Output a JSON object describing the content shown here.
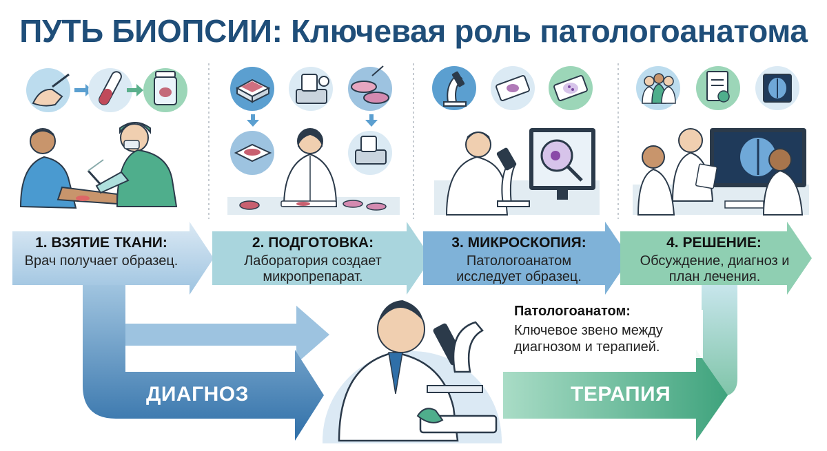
{
  "title": "ПУТЬ БИОПСИИ: Ключевая роль патологоанатома",
  "colors": {
    "title": "#1f4e79",
    "step1": "#5aa0d0",
    "step2": "#8fc6d4",
    "step3": "#4a8fc2",
    "step4": "#7fc4a8",
    "diagnosis_band": "#2f6fa8",
    "therapy_band": "#4fae8c"
  },
  "steps": [
    {
      "title": "1. ВЗЯТИЕ ТКАНИ:",
      "desc": "Врач получает образец.",
      "icons": [
        "syringe-hand-icon",
        "test-tube-icon",
        "specimen-jar-icon"
      ]
    },
    {
      "title": "2. ПОДГОТОВКА:",
      "desc": "Лаборатория создает микропрепарат.",
      "icons": [
        "tissue-block-icon",
        "microtome-icon",
        "petri-dish-icon"
      ]
    },
    {
      "title": "3. МИКРОСКОПИЯ:",
      "desc": "Патологоанатом исследует образец.",
      "icons": [
        "microscope-icon",
        "slide-icon",
        "stained-slide-icon"
      ]
    },
    {
      "title": "4. РЕШЕНИЕ:",
      "desc": "Обсуждение, диагноз и план лечения.",
      "icons": [
        "medical-team-icon",
        "report-icon",
        "brain-scan-icon"
      ]
    }
  ],
  "bands": {
    "diagnosis": "ДИАГНОЗ",
    "therapy": "ТЕРАПИЯ"
  },
  "callout": {
    "title": "Патологоанатом:",
    "text": "Ключевое звено между диагнозом и терапией."
  }
}
